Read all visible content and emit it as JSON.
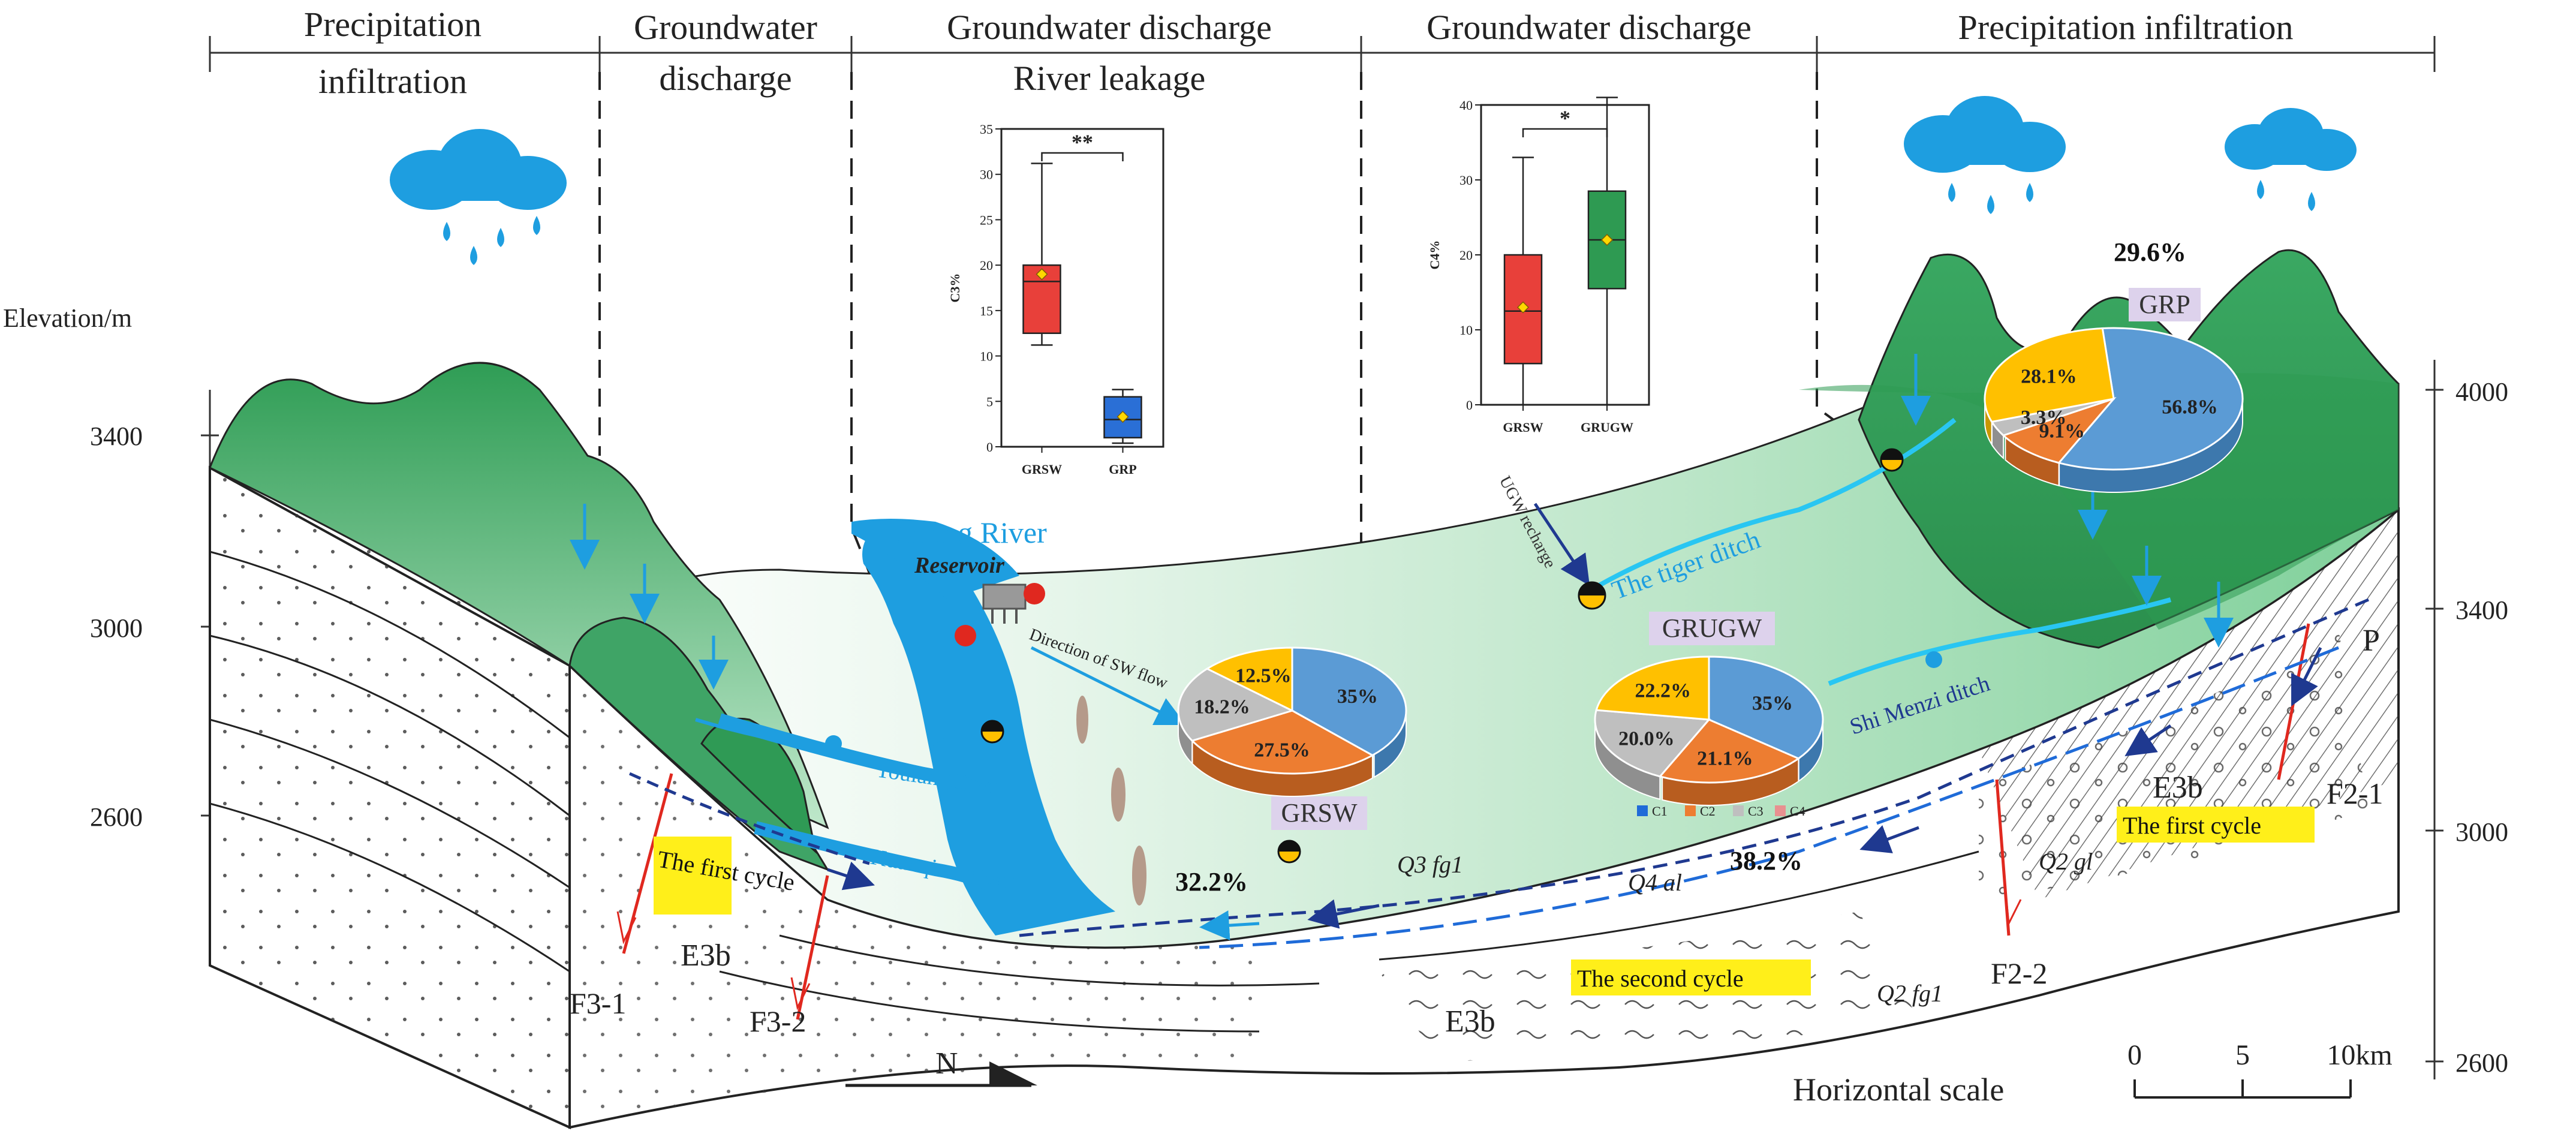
{
  "headers": [
    "Precipitation",
    "infiltration",
    "Groundwater",
    "discharge",
    "Groundwater discharge",
    "River leakage",
    "Groundwater discharge",
    "Precipitation infiltration"
  ],
  "elevation_title": "Elevation/m",
  "left_ticks": [
    "3400",
    "3000",
    "2600"
  ],
  "right_ticks": [
    "4000",
    "3400",
    "3000",
    "2600"
  ],
  "labels": {
    "datong_river": "Datong River",
    "reservoir": "Reservoir",
    "direction_sw": "Direction of SW flow",
    "toulang_river": "Toulang River",
    "kuanqian_river": "Kuanqian River",
    "tiger_ditch": "The tiger ditch",
    "shi_menzi_ditch": "Shi Menzi ditch",
    "ugw_recharge": "UGW recharge",
    "the_first_cycle_left": "The first cycle",
    "the_first_cycle_right": "The first cycle",
    "the_second_cycle": "The second cycle",
    "grsw": "GRSW",
    "grugw": "GRUGW",
    "grp": "GRP",
    "e3b_1": "E3b",
    "e3b_2": "E3b",
    "e3b_3": "E3b",
    "f31": "F3-1",
    "f32": "F3-2",
    "f21": "F2-1",
    "f22": "F2-2",
    "p": "P",
    "q3fg1": "Q3 fg1",
    "q4al": "Q4 al",
    "q2gl": "Q2 gl",
    "q2fg1": "Q2 fg1",
    "north": "N",
    "horizontal_scale": "Horizontal scale",
    "scale_ticks": [
      "0",
      "5",
      "10km"
    ],
    "pct_322": "32.2%",
    "pct_382": "38.2%",
    "pct_296": "29.6%"
  },
  "legend": [
    "C1",
    "C2",
    "C3",
    "C4"
  ],
  "colors": {
    "c1": "#5b9bd5",
    "c2": "#ed7d31",
    "c3": "#bfbfbf",
    "c4": "#ffc000",
    "river": "#1e9ee0",
    "fault": "#e0281f",
    "mountain_dark": "#2e9a52",
    "mountain_light": "#b7e4c5",
    "highlight": "#ffef1a"
  },
  "chart_data": [
    {
      "type": "box",
      "ylabel": "C3%",
      "ylim": [
        0,
        35
      ],
      "yticks": [
        "0",
        "5",
        "10",
        "15",
        "20",
        "25",
        "30",
        "35"
      ],
      "categories": [
        "GRSW",
        "GRP"
      ],
      "boxes": [
        {
          "name": "GRSW",
          "min": 11.2,
          "q1": 12.5,
          "median": 18.2,
          "q3": 20.0,
          "max": 31.2,
          "mean": 19.0
        },
        {
          "name": "GRP",
          "min": 0.4,
          "q1": 1.0,
          "median": 3.0,
          "q3": 5.5,
          "max": 6.3,
          "mean": 3.3
        }
      ],
      "significance": "**"
    },
    {
      "type": "box",
      "ylabel": "C4%",
      "ylim": [
        0,
        40
      ],
      "yticks": [
        "0",
        "10",
        "20",
        "30",
        "40"
      ],
      "categories": [
        "GRSW",
        "GRUGW"
      ],
      "boxes": [
        {
          "name": "GRSW",
          "min": 0,
          "q1": 5.5,
          "median": 12.5,
          "q3": 20.0,
          "max": 33.0,
          "mean": 13.0
        },
        {
          "name": "GRUGW",
          "min": 0,
          "q1": 15.5,
          "median": 22.0,
          "q3": 28.5,
          "max": 41.0,
          "mean": 22.0
        }
      ],
      "significance": "*"
    },
    {
      "type": "pie",
      "name": "GRSW",
      "labels": [
        "C1",
        "C2",
        "C3",
        "C4"
      ],
      "values": [
        35,
        27.5,
        18.2,
        12.5
      ],
      "text": [
        "35%",
        "27.5%",
        "18.2%",
        "12.5%"
      ]
    },
    {
      "type": "pie",
      "name": "GRUGW",
      "labels": [
        "C1",
        "C2",
        "C3",
        "C4"
      ],
      "values": [
        35,
        21.1,
        20.0,
        22.2
      ],
      "text": [
        "35%",
        "21.1%",
        "20.0%",
        "22.2%"
      ]
    },
    {
      "type": "pie",
      "name": "GRP",
      "labels": [
        "C1",
        "C2",
        "C3",
        "C4"
      ],
      "values": [
        56.8,
        9.1,
        3.3,
        28.1
      ],
      "text": [
        "56.8%",
        "9.1%",
        "3.3%",
        "28.1%"
      ]
    }
  ]
}
